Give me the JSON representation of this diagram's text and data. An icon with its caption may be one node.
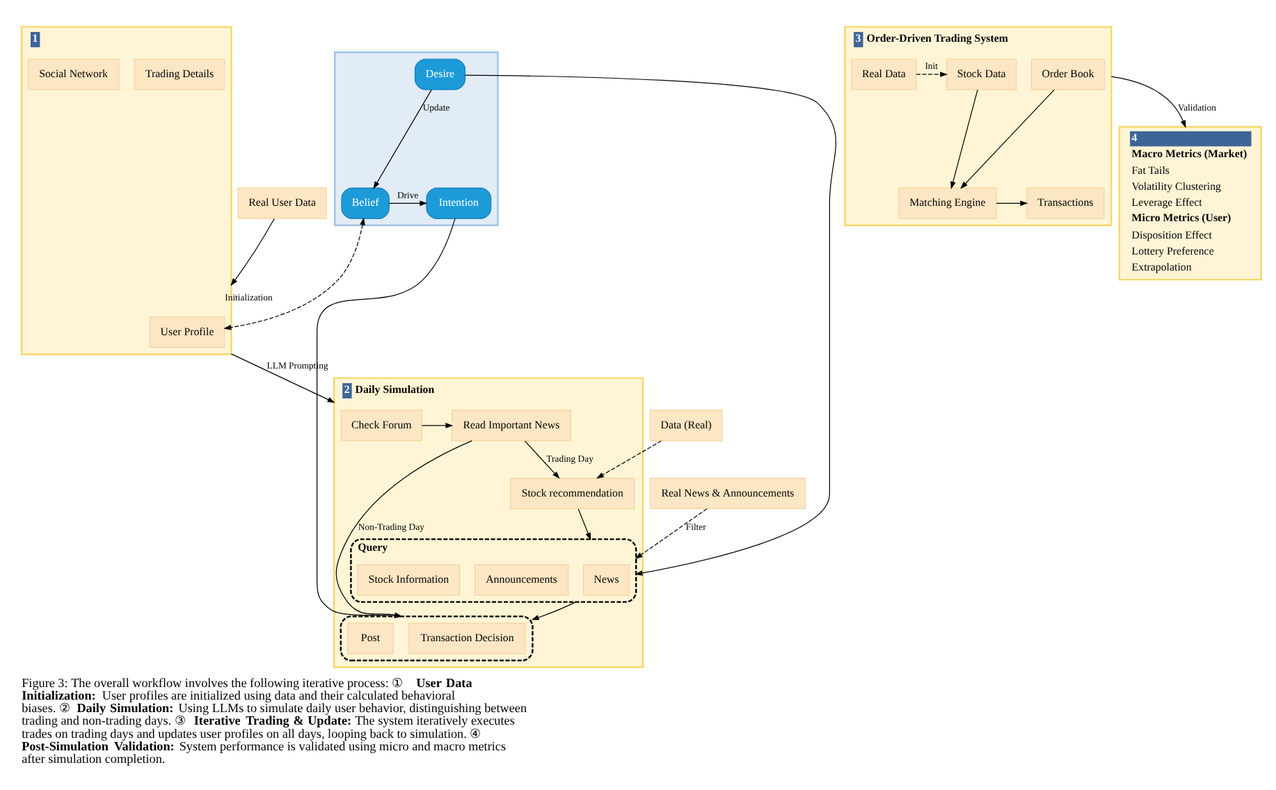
{
  "diagram": {
    "caption": "Figure 3: The overall workflow involves the following iterative process: ① **User Data Initialization:** User profiles are initialized using data and their calculated behavioral biases. ② **Daily Simulation:** Using LLMs to simulate daily user behavior, distinguishing between trading and non-trading days. ③ **Iterative Trading & Update:** The system iteratively executes trades on trading days and updates user profiles on all days, looping back to simulation. ④ **Post-Simulation Validation:** System performance is validated using micro and macro metrics after simulation completion.",
    "nodes": [
      {
        "text": [
          "Real User Data"
        ]
      },
      {
        "text": [
          "1"
        ]
      },
      {
        "text": [
          "User Profile"
        ],
        "in": 1
      },
      {
        "text": [
          "Trading Details"
        ],
        "in": 1
      },
      {
        "text": [
          "Social Network"
        ],
        "in": 1
      },
      {
        "text": [
          "Real News & Announcements"
        ]
      },
      {
        "text": [
          "Data (Real)"
        ]
      },
      {
        "text": [],
        "shape": "box"
      },
      {
        "text": [
          "Desire"
        ],
        "in": 7
      },
      {
        "text": [
          "Belief"
        ],
        "in": 7
      },
      {
        "text": [
          "Intention"
        ],
        "in": 7
      },
      {
        "text": [
          "2",
          "Daily Simulation"
        ]
      },
      {
        "text": [
          "Check Forum"
        ],
        "in": 11
      },
      {
        "text": [
          "Read Important News"
        ],
        "in": 11
      },
      {
        "text": [
          "Stock recommendation"
        ],
        "in": 11
      },
      {
        "text": [
          "Query"
        ],
        "in": 11
      },
      {
        "text": [
          "News"
        ],
        "in": 15
      },
      {
        "text": [
          "Announcements"
        ],
        "in": 15
      },
      {
        "text": [
          "Stock Information"
        ],
        "in": 15
      },
      {
        "text": [],
        "shape": "box",
        "in": 11
      },
      {
        "text": [
          "Transaction Decision"
        ],
        "in": 19
      },
      {
        "text": [
          "Post"
        ],
        "in": 19
      },
      {
        "text": [
          "3",
          "Order-Driven Trading System"
        ]
      },
      {
        "text": [
          "Order Book"
        ],
        "in": 22
      },
      {
        "text": [
          "Stock Data"
        ],
        "in": 22
      },
      {
        "text": [
          "Real Data"
        ],
        "in": 22
      },
      {
        "text": [
          "Matching Engine"
        ],
        "in": 22
      },
      {
        "text": [
          "Transactions"
        ],
        "in": 22
      },
      {
        "text": [
          "4",
          "Macro Metrics (Market)",
          "Fat Tails",
          "Volatility Clustering",
          "Leverage Effect",
          "Micro Metrics (User)",
          "Disposition Effect",
          "Lottery Preference",
          "Extrapolation"
        ]
      }
    ],
    "edges": [
      {
        "from": 0,
        "to": 1,
        "arrow": "to",
        "label": "Initialization"
      },
      {
        "from": 9,
        "to": 2,
        "arrow": "both",
        "style": "dashed"
      },
      {
        "from": 1,
        "to": 11,
        "arrow": "to",
        "label": "LLM Prompting"
      },
      {
        "from": 8,
        "to": 9,
        "arrow": "to",
        "label": "Update"
      },
      {
        "from": 9,
        "to": 10,
        "arrow": "to",
        "label": "Drive"
      },
      {
        "from": 8,
        "to": 15,
        "arrow": "to"
      },
      {
        "from": 10,
        "to": 19,
        "arrow": "to"
      },
      {
        "from": 5,
        "to": 15,
        "arrow": "to",
        "style": "dashed",
        "label": "Filter"
      },
      {
        "from": 6,
        "to": 14,
        "arrow": "to",
        "style": "dashed"
      },
      {
        "from": 12,
        "to": 13,
        "arrow": "to"
      },
      {
        "from": 13,
        "to": 14,
        "arrow": "to",
        "label": "Trading Day"
      },
      {
        "from": 13,
        "to": 19,
        "arrow": "to",
        "label": "Non-Trading Day"
      },
      {
        "from": 14,
        "to": 15,
        "arrow": "to"
      },
      {
        "from": 15,
        "to": 19,
        "arrow": "to"
      },
      {
        "from": 22,
        "to": 28,
        "arrow": "to",
        "label": "Validation"
      },
      {
        "from": 25,
        "to": 24,
        "arrow": "to",
        "style": "dashed",
        "label": "Init"
      },
      {
        "from": 23,
        "to": 26,
        "arrow": "to"
      },
      {
        "from": 24,
        "to": 26,
        "arrow": "to"
      },
      {
        "from": 26,
        "to": 27,
        "arrow": "to"
      }
    ]
  }
}
